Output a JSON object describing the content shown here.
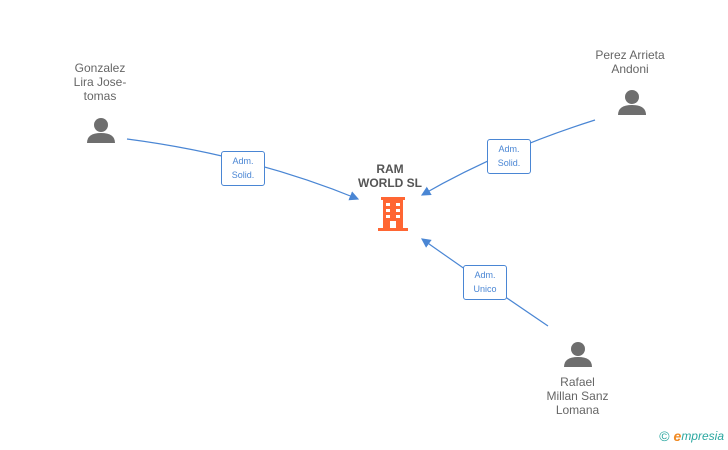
{
  "company": {
    "name": "RAM\nWORLD SL",
    "color": "#ff6633"
  },
  "people": [
    {
      "id": "gonzalez",
      "name": "Gonzalez\nLira Jose-\ntomas"
    },
    {
      "id": "perez",
      "name": "Perez Arrieta\nAndoni"
    },
    {
      "id": "rafael",
      "name": "Rafael\nMillan Sanz\nLomana"
    }
  ],
  "edges": [
    {
      "from": "gonzalez",
      "label": "Adm.\nSolid."
    },
    {
      "from": "perez",
      "label": "Adm.\nSolid."
    },
    {
      "from": "rafael",
      "label": "Adm.\nUnico"
    }
  ],
  "colors": {
    "edge": "#4a86d4",
    "person": "#6e6e6e",
    "company": "#ff6633"
  },
  "footer": {
    "copyright": "©",
    "brand_initial": "e",
    "brand_rest": "mpresia"
  }
}
